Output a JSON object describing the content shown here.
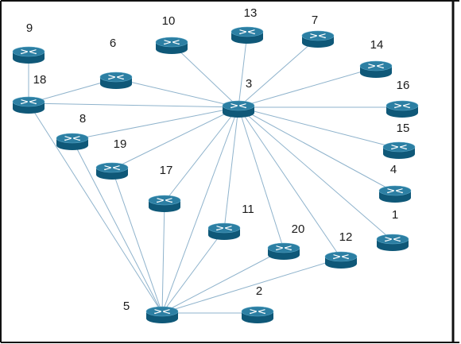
{
  "diagram": {
    "colors": {
      "router_top": "#2c7fa3",
      "router_side": "#0f5878",
      "router_glyph": "#ffffff",
      "link": "#8fb3cc",
      "frame": "#111111"
    },
    "icon": "router-icon",
    "nodes": [
      {
        "id": "1",
        "label": "1"
      },
      {
        "id": "2",
        "label": "2"
      },
      {
        "id": "3",
        "label": "3"
      },
      {
        "id": "4",
        "label": "4"
      },
      {
        "id": "5",
        "label": "5"
      },
      {
        "id": "6",
        "label": "6"
      },
      {
        "id": "7",
        "label": "7"
      },
      {
        "id": "8",
        "label": "8"
      },
      {
        "id": "9",
        "label": "9"
      },
      {
        "id": "10",
        "label": "10"
      },
      {
        "id": "11",
        "label": "11"
      },
      {
        "id": "12",
        "label": "12"
      },
      {
        "id": "13",
        "label": "13"
      },
      {
        "id": "14",
        "label": "14"
      },
      {
        "id": "15",
        "label": "15"
      },
      {
        "id": "16",
        "label": "16"
      },
      {
        "id": "17",
        "label": "17"
      },
      {
        "id": "18",
        "label": "18"
      },
      {
        "id": "19",
        "label": "19"
      },
      {
        "id": "20",
        "label": "20"
      }
    ],
    "links": [
      [
        "3",
        "18"
      ],
      [
        "3",
        "6"
      ],
      [
        "3",
        "10"
      ],
      [
        "3",
        "13"
      ],
      [
        "3",
        "7"
      ],
      [
        "3",
        "14"
      ],
      [
        "3",
        "16"
      ],
      [
        "3",
        "15"
      ],
      [
        "3",
        "4"
      ],
      [
        "3",
        "1"
      ],
      [
        "3",
        "12"
      ],
      [
        "3",
        "20"
      ],
      [
        "3",
        "11"
      ],
      [
        "3",
        "5"
      ],
      [
        "3",
        "17"
      ],
      [
        "3",
        "19"
      ],
      [
        "3",
        "8"
      ],
      [
        "18",
        "9"
      ],
      [
        "18",
        "6"
      ],
      [
        "18",
        "5"
      ],
      [
        "5",
        "8"
      ],
      [
        "5",
        "19"
      ],
      [
        "5",
        "17"
      ],
      [
        "5",
        "11"
      ],
      [
        "5",
        "20"
      ],
      [
        "5",
        "12"
      ],
      [
        "5",
        "2"
      ]
    ]
  }
}
